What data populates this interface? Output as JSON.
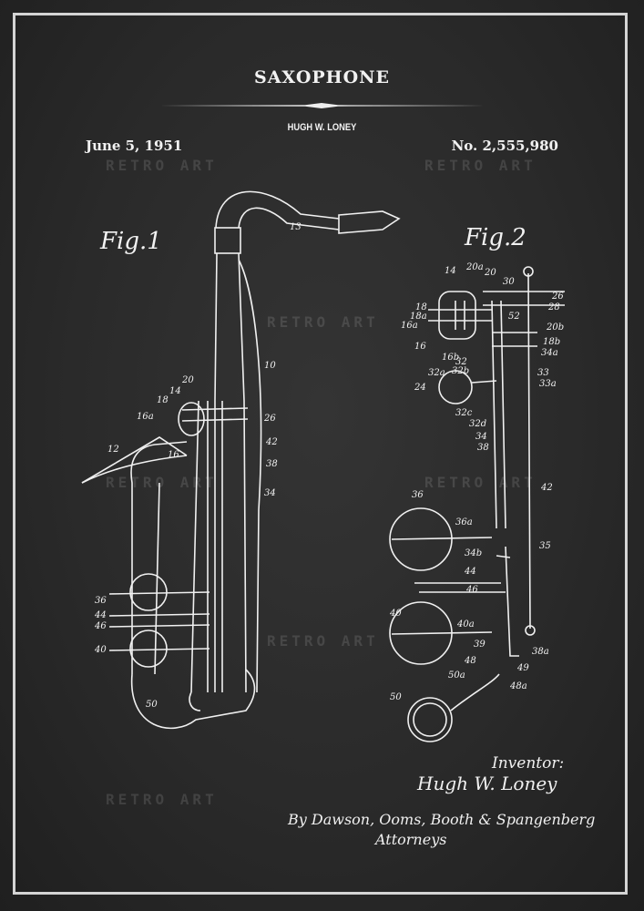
{
  "poster": {
    "title": "SAXOPHONE",
    "inventor": "HUGH W. LONEY",
    "date": "June 5, 1951",
    "patent_number": "No. 2,555,980",
    "watermark": "RETRO ART",
    "fig1_label": "Fig.1",
    "fig2_label": "Fig.2",
    "signature": {
      "inventor_caption": "Inventor:",
      "inventor_name": "Hugh W. Loney",
      "by_line": "By Dawson, Ooms, Booth & Spangenberg",
      "attorneys": "Attorneys"
    },
    "fig1_refs": [
      "13",
      "10",
      "20",
      "14",
      "18",
      "16a",
      "26",
      "42",
      "12",
      "16",
      "38",
      "34",
      "36",
      "44",
      "46",
      "40",
      "50"
    ],
    "fig2_refs": [
      "14",
      "20a",
      "20",
      "30",
      "26",
      "28",
      "18",
      "18a",
      "16a",
      "52",
      "20b",
      "18b",
      "34a",
      "16",
      "16b",
      "32",
      "32a",
      "32b",
      "33",
      "33a",
      "24",
      "32c",
      "32d",
      "34",
      "38",
      "42",
      "36",
      "36a",
      "35",
      "34b",
      "44",
      "46",
      "40",
      "40a",
      "39",
      "48",
      "38a",
      "49",
      "50a",
      "48a",
      "50"
    ]
  },
  "colors": {
    "background": "#2a2a2a",
    "chalk": "#f2f2f2"
  }
}
